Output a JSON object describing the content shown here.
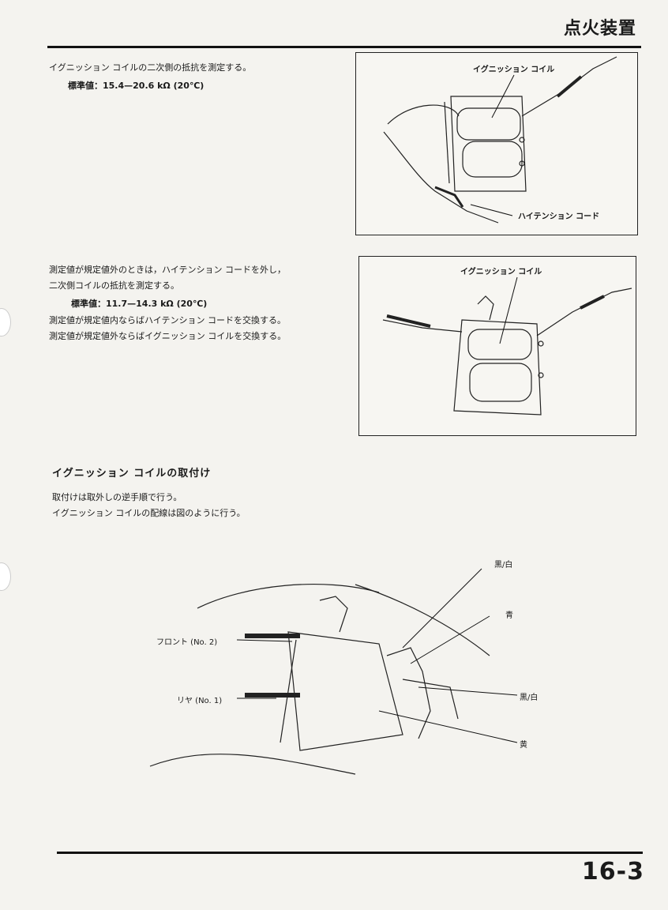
{
  "header": {
    "section_title": "点火装置"
  },
  "block1": {
    "line1": "イグニッション コイルの二次側の抵抗を測定する。",
    "standard": "標準値：15.4—20.6 kΩ (20℃)"
  },
  "figure1": {
    "label_coil": "イグニッション コイル",
    "label_cord": "ハイテンション コード"
  },
  "block2": {
    "line1": "測定値が規定値外のときは，ハイテンション コードを外し，",
    "line2": "二次側コイルの抵抗を測定する。",
    "standard": "標準値：11.7—14.3 kΩ (20℃)",
    "line3": "測定値が規定値内ならばハイテンション コードを交換する。",
    "line4": "測定値が規定値外ならばイグニッション コイルを交換する。"
  },
  "figure2": {
    "label_coil": "イグニッション コイル"
  },
  "install": {
    "title": "イグニッション コイルの取付け",
    "line1": "取付けは取外しの逆手順で行う。",
    "line2": "イグニッション コイルの配線は図のように行う。"
  },
  "figure3": {
    "label_front": "フロント (No. 2)",
    "label_rear": "リヤ (No. 1)",
    "label_black_white_1": "黒/白",
    "label_blue": "青",
    "label_black_white_2": "黒/白",
    "label_yellow": "黄"
  },
  "footer": {
    "page_number": "16-3"
  }
}
